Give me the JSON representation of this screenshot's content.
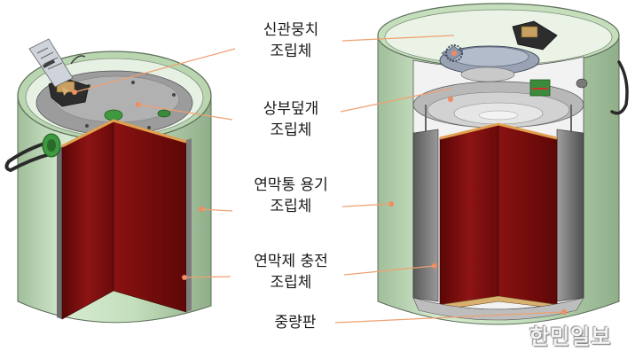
{
  "labels": {
    "fuze": [
      "신관뭉치",
      "조립체"
    ],
    "upper_cover": [
      "상부덮개",
      "조립체"
    ],
    "canister": [
      "연막통 용기",
      "조립체"
    ],
    "charge": [
      "연막제 충전",
      "조립체"
    ],
    "weight_plate": [
      "중량판"
    ]
  },
  "watermark": "한민일보",
  "colors": {
    "canister_green": "#c9e2c1",
    "charge_red": "#8a1010",
    "leader_orange": "#f0a070",
    "marker_orange": "#f08a60"
  }
}
